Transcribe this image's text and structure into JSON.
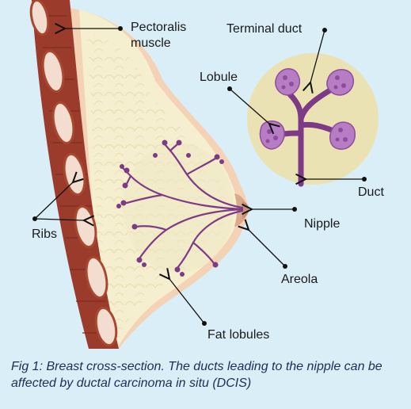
{
  "labels": {
    "pectoralis": "Pectoralis",
    "muscle": "muscle",
    "terminal_duct": "Terminal duct",
    "lobule": "Lobule",
    "duct": "Duct",
    "ribs": "Ribs",
    "nipple": "Nipple",
    "areola": "Areola",
    "fat_lobules": "Fat lobules"
  },
  "caption": "Fig 1: Breast cross-section. The ducts leading to the nipple can be affected by ductal carcinoma in situ (DCIS)",
  "colors": {
    "background": "#d9eef6",
    "breast_tissue": "#f6efcf",
    "skin_outline": "#f4d2b5",
    "muscle": "#9a3b2b",
    "rib": "#f3ddd0",
    "duct": "#7d3a86",
    "lobule": "#b77dc4",
    "caption_text": "#1c2d56"
  }
}
